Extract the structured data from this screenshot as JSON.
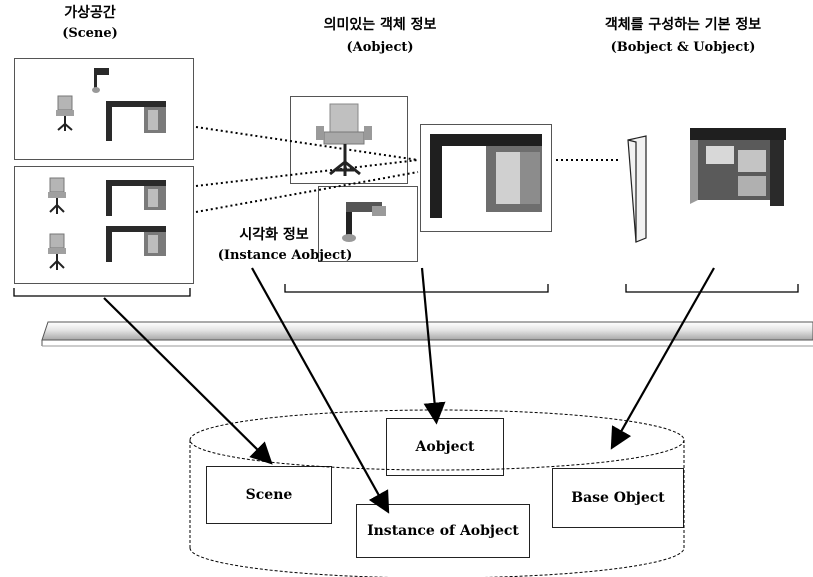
{
  "headings": {
    "scene_ko": "가상공간",
    "scene_en": "(Scene)",
    "aobject_ko": "의미있는 객체 정보",
    "aobject_en": "(Aobject)",
    "base_ko": "객체를 구성하는 기본 정보",
    "base_en": "(Bobject & Uobject)",
    "instance_ko": "시각화 정보",
    "instance_en": "(Instance Aobject)"
  },
  "db": {
    "aobject": "Aobject",
    "scene": "Scene",
    "instance": "Instance of Aobject",
    "base": "Base Object"
  },
  "colors": {
    "furniture_dark": "#2a2a2a",
    "furniture_mid": "#7a7a7a",
    "furniture_light": "#bdbdbd",
    "chair_seat": "#a8a8a8",
    "shelf_fill": "#e8e8e8"
  }
}
